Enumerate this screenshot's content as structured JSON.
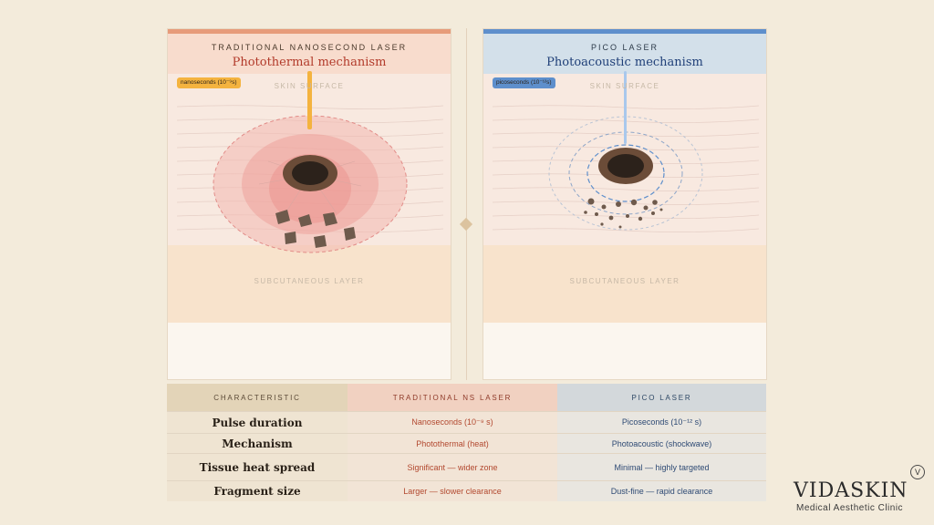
{
  "left": {
    "kicker": "TRADITIONAL NANOSECOND LASER",
    "title": "Photothermal mechanism",
    "pulse_tag": "nanoseconds (10⁻⁹s)",
    "skin_label": "SKIN SURFACE",
    "sub_label": "SUBCUTANEOUS LAYER",
    "accent": "#e79b7a",
    "beam_color": "#f4b33f"
  },
  "right": {
    "kicker": "PICO LASER",
    "title": "Photoacoustic mechanism",
    "pulse_tag": "picoseconds (10⁻¹²s)",
    "skin_label": "SKIN SURFACE",
    "sub_label": "SUBCUTANEOUS LAYER",
    "accent": "#5e8fcc",
    "beam_color": "#a9c8ec"
  },
  "table": {
    "headers": [
      "CHARACTERISTIC",
      "TRADITIONAL NS LASER",
      "PICO LASER"
    ],
    "rows": [
      {
        "label": "Pulse duration",
        "ns": "Nanoseconds (10⁻⁹ s)",
        "pico": "Picoseconds (10⁻¹² s)"
      },
      {
        "label": "Mechanism",
        "ns": "Photothermal (heat)",
        "pico": "Photoacoustic (shockwave)"
      },
      {
        "label": "Tissue heat spread",
        "ns": "Significant — wider zone",
        "pico": "Minimal — highly targeted"
      },
      {
        "label": "Fragment size",
        "ns": "Larger — slower clearance",
        "pico": "Dust-fine — rapid clearance"
      }
    ]
  },
  "brand": {
    "name": "VIDASKIN",
    "tagline": "Medical Aesthetic Clinic",
    "mark": "V"
  }
}
